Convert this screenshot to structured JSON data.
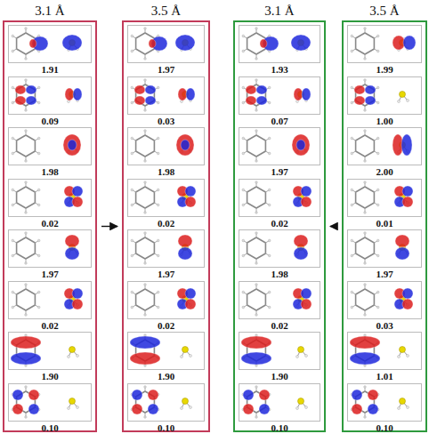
{
  "diagram": {
    "nodes": [
      {
        "text": [
          "3.1 Å"
        ]
      },
      {
        "text": [
          "3.5 Å"
        ]
      },
      {
        "text": [
          "3.1 Å"
        ]
      },
      {
        "text": [
          "3.5 Å"
        ]
      },
      {
        "text": [
          "1.91"
        ],
        "in": 0
      },
      {
        "text": [
          "0.09"
        ],
        "in": 0
      },
      {
        "text": [
          "1.98"
        ],
        "in": 0
      },
      {
        "text": [
          "0.02"
        ],
        "in": 0
      },
      {
        "text": [
          "1.97"
        ],
        "in": 0
      },
      {
        "text": [
          "0.02"
        ],
        "in": 0
      },
      {
        "text": [
          "1.90"
        ],
        "in": 0
      },
      {
        "text": [
          "0.10"
        ],
        "in": 0
      },
      {
        "text": [
          "1.97"
        ],
        "in": 1
      },
      {
        "text": [
          "0.03"
        ],
        "in": 1
      },
      {
        "text": [
          "1.98"
        ],
        "in": 1
      },
      {
        "text": [
          "0.02"
        ],
        "in": 1
      },
      {
        "text": [
          "1.97"
        ],
        "in": 1
      },
      {
        "text": [
          "0.02"
        ],
        "in": 1
      },
      {
        "text": [
          "1.90"
        ],
        "in": 1
      },
      {
        "text": [
          "0.10"
        ],
        "in": 1
      },
      {
        "text": [
          "1.93"
        ],
        "in": 2
      },
      {
        "text": [
          "0.07"
        ],
        "in": 2
      },
      {
        "text": [
          "1.97"
        ],
        "in": 2
      },
      {
        "text": [
          "0.02"
        ],
        "in": 2
      },
      {
        "text": [
          "1.98"
        ],
        "in": 2
      },
      {
        "text": [
          "0.02"
        ],
        "in": 2
      },
      {
        "text": [
          "1.90"
        ],
        "in": 2
      },
      {
        "text": [
          "0.10"
        ],
        "in": 2
      },
      {
        "text": [
          "1.99"
        ],
        "in": 3
      },
      {
        "text": [
          "1.00"
        ],
        "in": 3
      },
      {
        "text": [
          "2.00"
        ],
        "in": 3
      },
      {
        "text": [
          "0.01"
        ],
        "in": 3
      },
      {
        "text": [
          "1.97"
        ],
        "in": 3
      },
      {
        "text": [
          "0.03"
        ],
        "in": 3
      },
      {
        "text": [
          "1.01"
        ],
        "in": 3
      },
      {
        "text": [
          "0.10"
        ],
        "in": 3
      }
    ],
    "edges": [
      {
        "from": 0,
        "to": 1,
        "arrow": "to"
      },
      {
        "from": 3,
        "to": 2,
        "arrow": "to"
      }
    ]
  }
}
